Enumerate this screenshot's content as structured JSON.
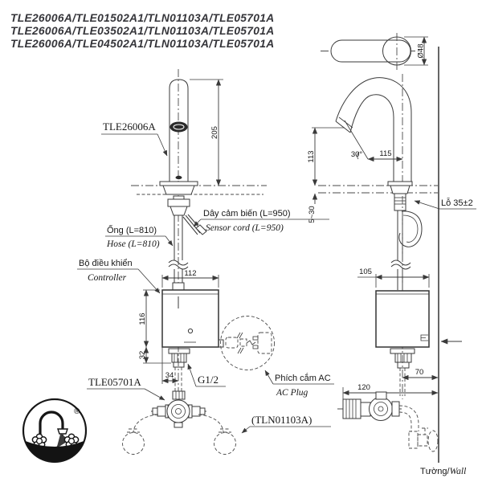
{
  "title": {
    "lines": [
      "TLE26006A/TLE01502A1/TLN01103A/TLE05701A",
      "TLE26006A/TLE03502A1/TLN01103A/TLE05701A",
      "TLE26006A/TLE04502A1/TLN01103A/TLE05701A"
    ]
  },
  "front_view": {
    "spout_label": "TLE26006A",
    "dim_spout_height": "205",
    "sensor_cord_vi": "Dây cảm biến (L=950)",
    "sensor_cord_en": "Sensor cord (L=950)",
    "hose_vi": "Ống (L=810)",
    "hose_en": "Hose (L=810)",
    "controller_vi": "Bộ điều khiển",
    "controller_en": "Controller",
    "dim_controller_width": "112",
    "dim_controller_height": "116",
    "dim_fitting_height": "32",
    "dim_fitting_offset": "34",
    "thread_label": "G1/2",
    "stop_valve_label": "TLE05701A",
    "supply_hose_label": "(TLN01103A)",
    "ac_plug_vi": "Phích cắm AC",
    "ac_plug_en": "AC Plug"
  },
  "side_view": {
    "dim_escutcheon": "Ø48",
    "dim_outlet_height": "113",
    "dim_spout_angle": "30°",
    "dim_spout_reach": "115",
    "dim_deck_thickness": "5~30",
    "hole_label": "Lỗ 35±2",
    "dim_controller_depth": "105",
    "dim_wall_to_pipe": "70",
    "dim_wall_to_valve": "120",
    "wall_vi": "Tường/",
    "wall_en": "Wall"
  },
  "logo": {
    "registered": "®"
  }
}
